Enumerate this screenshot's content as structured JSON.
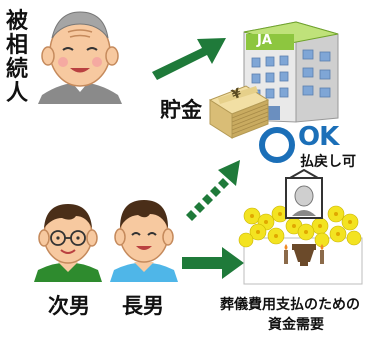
{
  "labels": {
    "decedent_chars": [
      "被",
      "相",
      "続",
      "人"
    ],
    "savings": "貯金",
    "ok_badge": "OK",
    "withdrawal_allowed": "払戻し可",
    "second_son": "次男",
    "eldest_son": "長男",
    "funeral_line1": "葬儀費用支払のための",
    "funeral_line2": "資金需要",
    "bank_sign": "JA",
    "money_symbol": "¥"
  },
  "colors": {
    "arrow_green": "#1f7a3a",
    "ok_blue": "#1b6fb8",
    "bank_green": "#8dc63f",
    "flower_yellow": "#f3e321"
  },
  "icons": [
    "elderly-man-avatar",
    "bank-building-icon",
    "money-stack-icon",
    "younger-man-glasses-avatar",
    "younger-man-avatar",
    "funeral-altar-icon"
  ]
}
